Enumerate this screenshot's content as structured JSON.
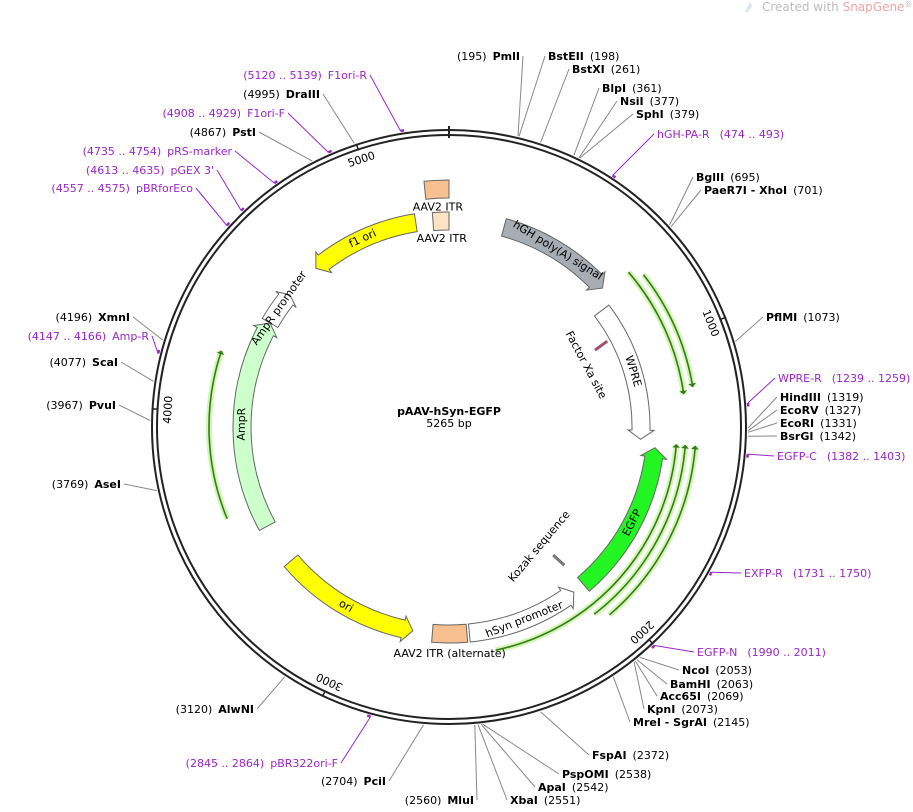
{
  "credit": {
    "prefix": "Created with ",
    "brand": "SnapGene",
    "mark": "®"
  },
  "plasmid": {
    "name": "pAAV-hSyn-EGFP",
    "length_label": "5265 bp",
    "length": 5265
  },
  "ticks": [
    {
      "pos": 1000,
      "label": "1000"
    },
    {
      "pos": 2000,
      "label": "2000"
    },
    {
      "pos": 3000,
      "label": "3000"
    },
    {
      "pos": 4000,
      "label": "4000"
    },
    {
      "pos": 5000,
      "label": "5000"
    }
  ],
  "features": [
    {
      "name": "hGH poly(A) signal",
      "type": "polyA",
      "start": 225,
      "end": 700,
      "dir": 1,
      "color": "#a7adb3"
    },
    {
      "name": "WPRE",
      "type": "misc",
      "start": 770,
      "end": 1370,
      "dir": 1,
      "color": "#ffffff"
    },
    {
      "name": "EGFP",
      "type": "cds",
      "start": 1400,
      "end": 2040,
      "dir": -1,
      "color": "#22f522"
    },
    {
      "name": "hSyn promoter",
      "type": "promoter",
      "start": 2090,
      "end": 2550,
      "dir": -1,
      "color": "#ffffff"
    },
    {
      "name": "AAV2 ITR (alternate)",
      "type": "repeat",
      "start": 2560,
      "end": 2700,
      "dir": 0,
      "color": "#f8c090"
    },
    {
      "name": "ori",
      "type": "rep",
      "start": 2780,
      "end": 3360,
      "dir": -1,
      "color": "#ffff00"
    },
    {
      "name": "AmpR",
      "type": "cds",
      "start": 3530,
      "end": 4390,
      "dir": 1,
      "color": "#ccffcc"
    },
    {
      "name": "AmpR promoter",
      "type": "promoter",
      "start": 4390,
      "end": 4530,
      "dir": 1,
      "color": "#ffffff"
    },
    {
      "name": "f1 ori",
      "type": "rep",
      "start": 4680,
      "end": 5130,
      "dir": -1,
      "color": "#ffff00"
    },
    {
      "name": "AAV2 ITR",
      "type": "repeat",
      "start": 5180,
      "end": 5265,
      "dir": 0,
      "color": "#f8c090"
    },
    {
      "name": "AAV2 ITR",
      "type": "repeat",
      "start": 5200,
      "end": 5265,
      "dir": 0,
      "color": "#fde2c4"
    }
  ],
  "small_features": [
    {
      "name": "Factor Xa site",
      "pos": 900
    },
    {
      "name": "Kozak sequence",
      "pos": 2050
    }
  ],
  "orfs": [
    {
      "start": 760,
      "end": 1180,
      "dir": 1
    },
    {
      "start": 720,
      "end": 1200,
      "dir": 1
    },
    {
      "start": 1380,
      "end": 2040,
      "dir": -1
    },
    {
      "start": 1380,
      "end": 2080,
      "dir": -1
    },
    {
      "start": 1380,
      "end": 2460,
      "dir": -1
    },
    {
      "start": 3620,
      "end": 4220,
      "dir": 1
    }
  ],
  "sites": [
    {
      "name": "PmlI",
      "pos_label": "(195)",
      "pos": 195
    },
    {
      "name": "BstEII",
      "pos_label": "(198)",
      "pos": 198
    },
    {
      "name": "BstXI",
      "pos_label": "(261)",
      "pos": 261
    },
    {
      "name": "BlpI",
      "pos_label": "(361)",
      "pos": 361
    },
    {
      "name": "NsiI",
      "pos_label": "(377)",
      "pos": 377
    },
    {
      "name": "SphI",
      "pos_label": "(379)",
      "pos": 379
    },
    {
      "name": "BglII",
      "pos_label": "(695)",
      "pos": 695
    },
    {
      "name": "PaeR7I - XhoI",
      "pos_label": "(701)",
      "pos": 701
    },
    {
      "name": "PflMI",
      "pos_label": "(1073)",
      "pos": 1073
    },
    {
      "name": "HindIII",
      "pos_label": "(1319)",
      "pos": 1319
    },
    {
      "name": "EcoRV",
      "pos_label": "(1327)",
      "pos": 1327
    },
    {
      "name": "EcoRI",
      "pos_label": "(1331)",
      "pos": 1331
    },
    {
      "name": "BsrGI",
      "pos_label": "(1342)",
      "pos": 1342
    },
    {
      "name": "NcoI",
      "pos_label": "(2053)",
      "pos": 2053
    },
    {
      "name": "BamHI",
      "pos_label": "(2063)",
      "pos": 2063
    },
    {
      "name": "Acc65I",
      "pos_label": "(2069)",
      "pos": 2069
    },
    {
      "name": "KpnI",
      "pos_label": "(2073)",
      "pos": 2073
    },
    {
      "name": "MreI - SgrAI",
      "pos_label": "(2145)",
      "pos": 2145
    },
    {
      "name": "FspAI",
      "pos_label": "(2372)",
      "pos": 2372
    },
    {
      "name": "PspOMI",
      "pos_label": "(2538)",
      "pos": 2538
    },
    {
      "name": "ApaI",
      "pos_label": "(2542)",
      "pos": 2542
    },
    {
      "name": "XbaI",
      "pos_label": "(2551)",
      "pos": 2551
    },
    {
      "name": "MluI",
      "pos_label": "(2560)",
      "pos": 2560
    },
    {
      "name": "PciI",
      "pos_label": "(2704)",
      "pos": 2704
    },
    {
      "name": "AlwNI",
      "pos_label": "(3120)",
      "pos": 3120
    },
    {
      "name": "AseI",
      "pos_label": "(3769)",
      "pos": 3769
    },
    {
      "name": "PvuI",
      "pos_label": "(3967)",
      "pos": 3967
    },
    {
      "name": "ScaI",
      "pos_label": "(4077)",
      "pos": 4077
    },
    {
      "name": "XmnI",
      "pos_label": "(4196)",
      "pos": 4196
    },
    {
      "name": "PstI",
      "pos_label": "(4867)",
      "pos": 4867
    },
    {
      "name": "DraIII",
      "pos_label": "(4995)",
      "pos": 4995
    }
  ],
  "primers": [
    {
      "name": "hGH-PA-R",
      "range_label": "(474 .. 493)",
      "pos": 483
    },
    {
      "name": "WPRE-R",
      "range_label": "(1239 .. 1259)",
      "pos": 1249
    },
    {
      "name": "EGFP-C",
      "range_label": "(1382 .. 1403)",
      "pos": 1392
    },
    {
      "name": "EXFP-R",
      "range_label": "(1731 .. 1750)",
      "pos": 1740
    },
    {
      "name": "EGFP-N",
      "range_label": "(1990 .. 2011)",
      "pos": 2000
    },
    {
      "name": "pBR322ori-F",
      "range_label": "(2845 .. 2864)",
      "pos": 2854
    },
    {
      "name": "Amp-R",
      "range_label": "(4147 .. 4166)",
      "pos": 4156
    },
    {
      "name": "pBRforEco",
      "range_label": "(4557 .. 4575)",
      "pos": 4566
    },
    {
      "name": "pGEX 3'",
      "range_label": "(4613 .. 4635)",
      "pos": 4624
    },
    {
      "name": "pRS-marker",
      "range_label": "(4735 .. 4754)",
      "pos": 4744
    },
    {
      "name": "F1ori-F",
      "range_label": "(4908 .. 4929)",
      "pos": 4918
    },
    {
      "name": "F1ori-R",
      "range_label": "(5120 .. 5139)",
      "pos": 5129
    }
  ]
}
